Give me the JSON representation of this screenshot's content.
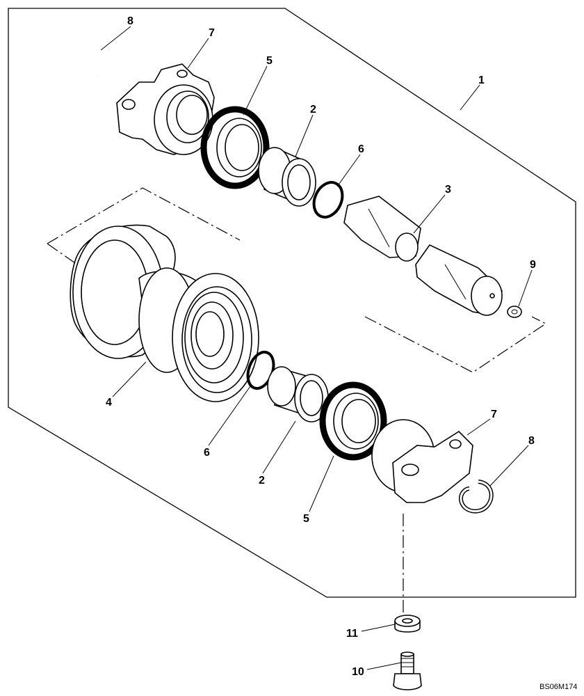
{
  "callouts": {
    "c1": "1",
    "c2_top": "2",
    "c3": "3",
    "c4": "4",
    "c5_top": "5",
    "c6_top": "6",
    "c7_top": "7",
    "c8_top": "8",
    "c9": "9",
    "c6_bottom": "6",
    "c2_bottom": "2",
    "c5_bottom": "5",
    "c7_bottom": "7",
    "c8_bottom": "8",
    "c11": "11",
    "c10": "10"
  },
  "drawing_code": "BS06M174"
}
